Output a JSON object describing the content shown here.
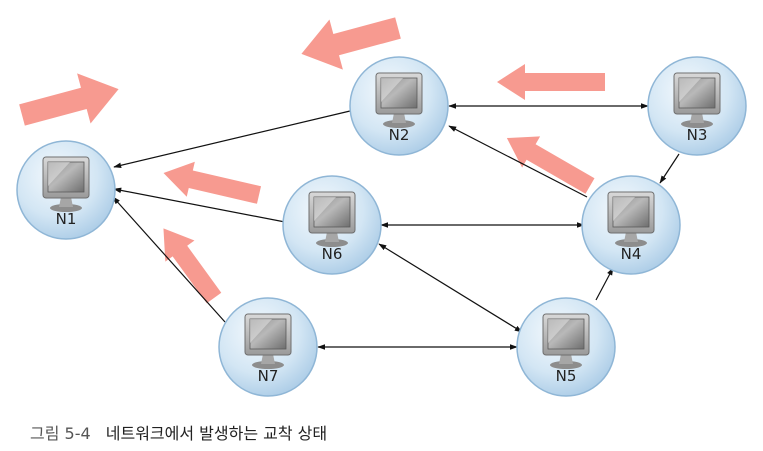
{
  "nodes": [
    {
      "id": "N1",
      "label": "N1"
    },
    {
      "id": "N2",
      "label": "N2"
    },
    {
      "id": "N3",
      "label": "N3"
    },
    {
      "id": "N4",
      "label": "N4"
    },
    {
      "id": "N5",
      "label": "N5"
    },
    {
      "id": "N6",
      "label": "N6"
    },
    {
      "id": "N7",
      "label": "N7"
    }
  ],
  "edges": [
    {
      "from": "N2",
      "to": "N1",
      "direction": "forward"
    },
    {
      "from": "N2",
      "to": "N3",
      "direction": "both"
    },
    {
      "from": "N3",
      "to": "N4",
      "direction": "forward"
    },
    {
      "from": "N4",
      "to": "N2",
      "direction": "forward"
    },
    {
      "from": "N6",
      "to": "N4",
      "direction": "both"
    },
    {
      "from": "N6",
      "to": "N1",
      "direction": "forward"
    },
    {
      "from": "N6",
      "to": "N5",
      "direction": "both"
    },
    {
      "from": "N5",
      "to": "N4",
      "direction": "forward"
    },
    {
      "from": "N7",
      "to": "N1",
      "direction": "forward"
    },
    {
      "from": "N7",
      "to": "N5",
      "direction": "both"
    }
  ],
  "colors": {
    "flow_arrow": "#f79a90",
    "node_fill_center": "#f2f8fc",
    "node_fill_edge": "#b9d6ec",
    "node_stroke": "#8fb6d6",
    "edge": "#111111"
  },
  "icons": {
    "node": "computer-monitor-icon",
    "flow": "flow-direction-arrow"
  },
  "caption": {
    "figure_number": "그림 5-4",
    "title": "네트워크에서 발생하는 교착 상태"
  }
}
